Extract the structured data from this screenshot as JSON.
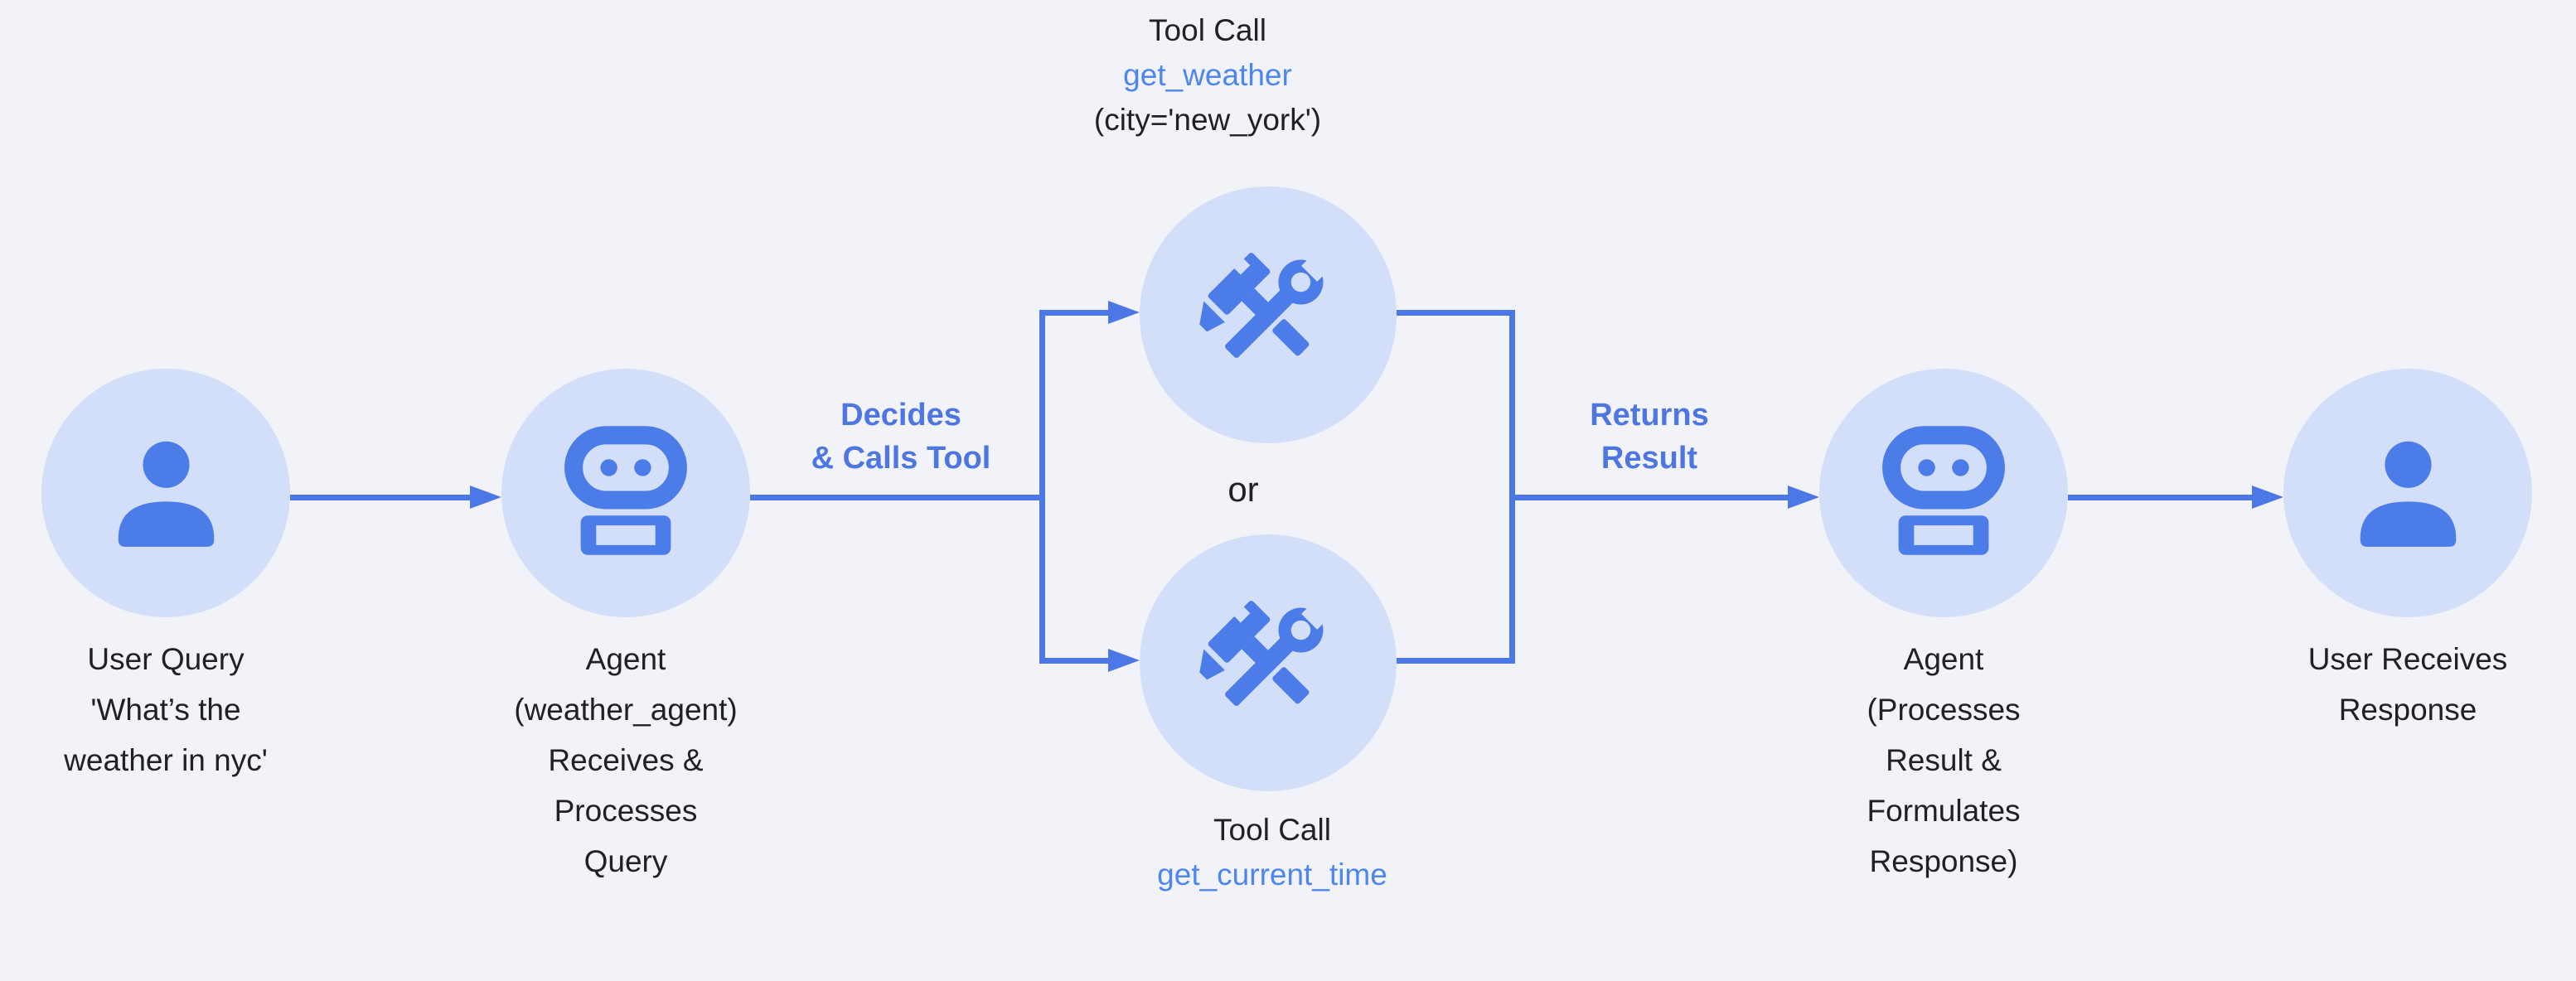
{
  "colors": {
    "background": "#F1F3F8",
    "circle_fill": "#D3DFF8",
    "icon_blue": "#4C7CE8",
    "line_blue": "#4C77E6",
    "edge_label_blue": "#4E76E2",
    "code_blue": "#4E86F0",
    "text_dark": "#202124"
  },
  "nodes": {
    "user_query": {
      "caption": [
        "User Query",
        "'What’s the",
        "weather in nyc'"
      ]
    },
    "agent_receive": {
      "caption": [
        "Agent",
        "(weather_agent)",
        "Receives &",
        "Processes",
        "Query"
      ]
    },
    "tool_weather": {
      "caption": [
        "Tool Call",
        "get_weather",
        "(city='new_york')"
      ]
    },
    "tool_time": {
      "caption": [
        "Tool Call",
        "get_current_time"
      ]
    },
    "agent_respond": {
      "caption": [
        "Agent",
        "(Processes",
        "Result &",
        "Formulates",
        "Response)"
      ]
    },
    "user_response": {
      "caption": [
        "User Receives",
        "Response"
      ]
    },
    "or_label": "or"
  },
  "edge_labels": {
    "decides": [
      "Decides",
      "& Calls Tool"
    ],
    "returns": [
      "Returns",
      "Result"
    ]
  }
}
